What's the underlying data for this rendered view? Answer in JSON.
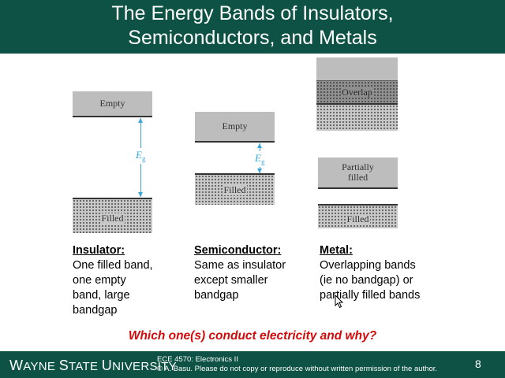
{
  "slide": {
    "title_line1": "The Energy Bands of Insulators,",
    "title_line2": "Semiconductors, and Metals",
    "diagrams": {
      "insulator": {
        "top_band": "Empty",
        "gap_label": "E",
        "gap_sub": "g",
        "bottom_band": "Filled"
      },
      "semiconductor": {
        "top_band": "Empty",
        "gap_label": "E",
        "gap_sub": "g",
        "bottom_band": "Filled"
      },
      "metal_overlap": {
        "middle_band": "Overlap"
      },
      "metal_partial": {
        "top_band": "Partially filled",
        "bottom_band": "Filled"
      }
    },
    "descriptions": [
      {
        "title": "Insulator:",
        "lines": [
          "One filled band,",
          "one empty",
          "band, large",
          "bandgap"
        ]
      },
      {
        "title": "Semiconductor:",
        "lines": [
          "Same as insulator",
          "except smaller",
          "bandgap"
        ]
      },
      {
        "title": "Metal:",
        "lines": [
          "Overlapping bands",
          "(ie no bandgap) or",
          "partially filled bands"
        ]
      }
    ],
    "question": "Which one(s) conduct electricity and why?"
  },
  "footer": {
    "university_w": "W",
    "university_ayne": "AYNE ",
    "university_s": "S",
    "university_tate": "TATE ",
    "university_u": "U",
    "university_niversity": "NIVERSITY",
    "course": "ECE 4570: Electronics II",
    "copyright": "© A. Basu.  Please do not copy or reproduce without written permission of the author.",
    "page_number": "8"
  },
  "colors": {
    "header_bg": "#0d5245",
    "question": "#d20a0a",
    "gap_arrow": "#3aa7d8"
  }
}
